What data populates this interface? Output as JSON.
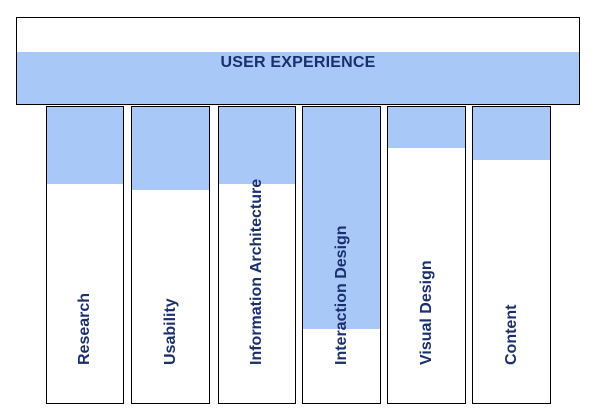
{
  "header": {
    "title": "USER EXPERIENCE"
  },
  "pillars": [
    {
      "label": "Research",
      "fill_level": 0.26
    },
    {
      "label": "Usability",
      "fill_level": 0.28
    },
    {
      "label": "Information Architecture",
      "fill_level": 0.26
    },
    {
      "label": "Interaction Design",
      "fill_level": 0.75
    },
    {
      "label": "Visual Design",
      "fill_level": 0.14
    },
    {
      "label": "Content",
      "fill_level": 0.18
    }
  ],
  "colors": {
    "fill": "#a8c8f8",
    "text": "#1a2f6e",
    "border": "#000000",
    "background": "#ffffff"
  }
}
